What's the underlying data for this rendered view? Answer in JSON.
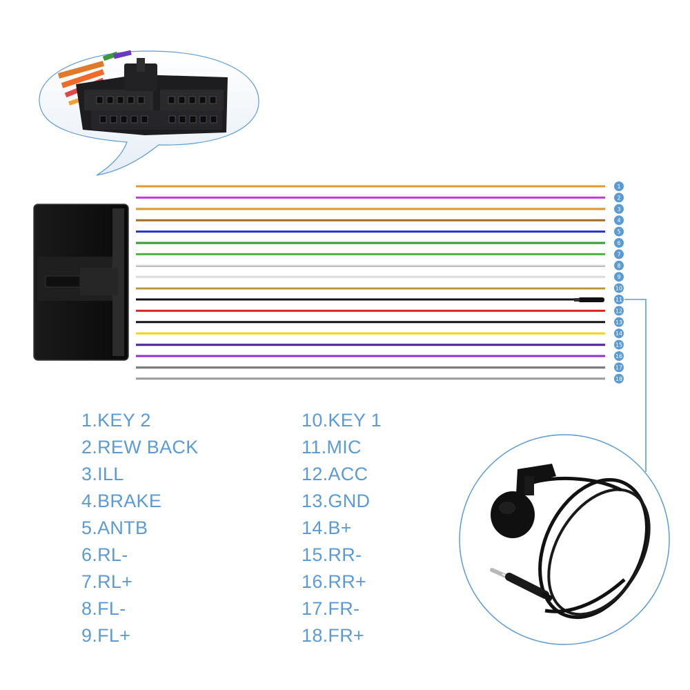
{
  "wires": [
    {
      "number": "1",
      "label": "1.KEY 2",
      "color": "#e19a2a",
      "stripe": null
    },
    {
      "number": "2",
      "label": "2.REW BACK",
      "color": "#c33ad6",
      "stripe": null
    },
    {
      "number": "3",
      "label": "3.ILL",
      "color": "#e49a30",
      "stripe": "#d98a1c"
    },
    {
      "number": "4",
      "label": "4.BRAKE",
      "color": "#a36a24",
      "stripe": null
    },
    {
      "number": "5",
      "label": "5.ANTB",
      "color": "#2233c9",
      "stripe": null
    },
    {
      "number": "6",
      "label": "6.RL-",
      "color": "#3ca33a",
      "stripe": "#1e7a1e"
    },
    {
      "number": "7",
      "label": "7.RL+",
      "color": "#4cb33f",
      "stripe": null
    },
    {
      "number": "8",
      "label": "8.FL-",
      "color": "#e9e9e9",
      "stripe": "#222222"
    },
    {
      "number": "9",
      "label": "9.FL+",
      "color": "#dcdcdc",
      "stripe": null
    },
    {
      "number": "10",
      "label": "10.KEY 1",
      "color": "#f2b73a",
      "stripe": "#222222"
    },
    {
      "number": "11",
      "label": "11.MIC",
      "color": "#111111",
      "stripe": null
    },
    {
      "number": "12",
      "label": "12.ACC",
      "color": "#dd2222",
      "stripe": null
    },
    {
      "number": "13",
      "label": "13.GND",
      "color": "#111111",
      "stripe": null
    },
    {
      "number": "14",
      "label": "14.B+",
      "color": "#f2d418",
      "stripe": null
    },
    {
      "number": "15",
      "label": "15.RR-",
      "color": "#5a2aa8",
      "stripe": "#222222"
    },
    {
      "number": "16",
      "label": "16.RR+",
      "color": "#8d2fd2",
      "stripe": null
    },
    {
      "number": "17",
      "label": "17.FR-",
      "color": "#8a8a8a",
      "stripe": "#222222"
    },
    {
      "number": "18",
      "label": "18.FR+",
      "color": "#9a9a9a",
      "stripe": null
    }
  ],
  "accent_color": "#5b9bd5",
  "images": {
    "connector_closeup": "iso-harness-connector-icon",
    "harness_plug": "harness-plug-block-icon",
    "microphone": "lavalier-microphone-icon"
  }
}
